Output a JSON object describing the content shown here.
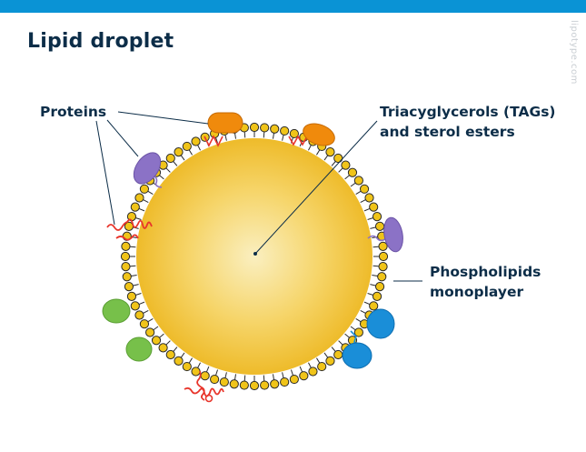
{
  "header": {
    "title": "Lipid droplet",
    "watermark": "lipotype.com",
    "accent_color": "#0a93d5"
  },
  "labels": {
    "proteins": "Proteins",
    "core_line1": "Triacyglycerols (TAGs)",
    "core_line2": "and sterol esters",
    "membrane_line1": "Phospholipids",
    "membrane_line2": "monoplayer"
  },
  "colors": {
    "core": "#f2c230",
    "head_groups": "#f0c419",
    "orange_protein": "#f08a0c",
    "purple_protein": "#8b72c6",
    "blue_protein": "#1a8ed8",
    "green_protein": "#77c04a",
    "red_protein": "#e8352b"
  }
}
